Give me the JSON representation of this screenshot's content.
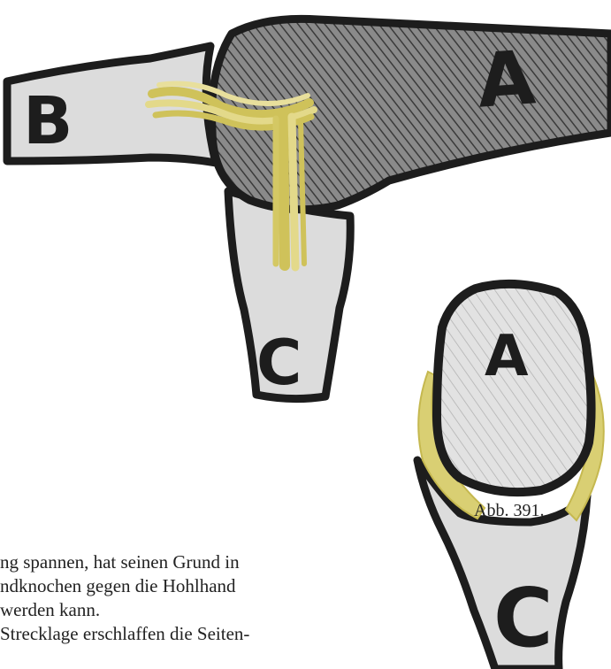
{
  "figure": {
    "labels": {
      "a_side": "A",
      "b_side": "B",
      "c_side": "C",
      "a_front": "A",
      "c_front": "C"
    },
    "caption": "Abb. 391.",
    "colors": {
      "bone_fill": "#dcdcdc",
      "bone_outline": "#1d1d1d",
      "hatched_bone": "#7a7a7a",
      "ligament": "#d9cf73"
    }
  },
  "text_fragment": {
    "lines": [
      "ng spannen, hat seinen Grund in",
      "ndknochen gegen die Hohlhand",
      " werden kann.",
      "Strecklage erschlaffen die Seiten-"
    ]
  }
}
